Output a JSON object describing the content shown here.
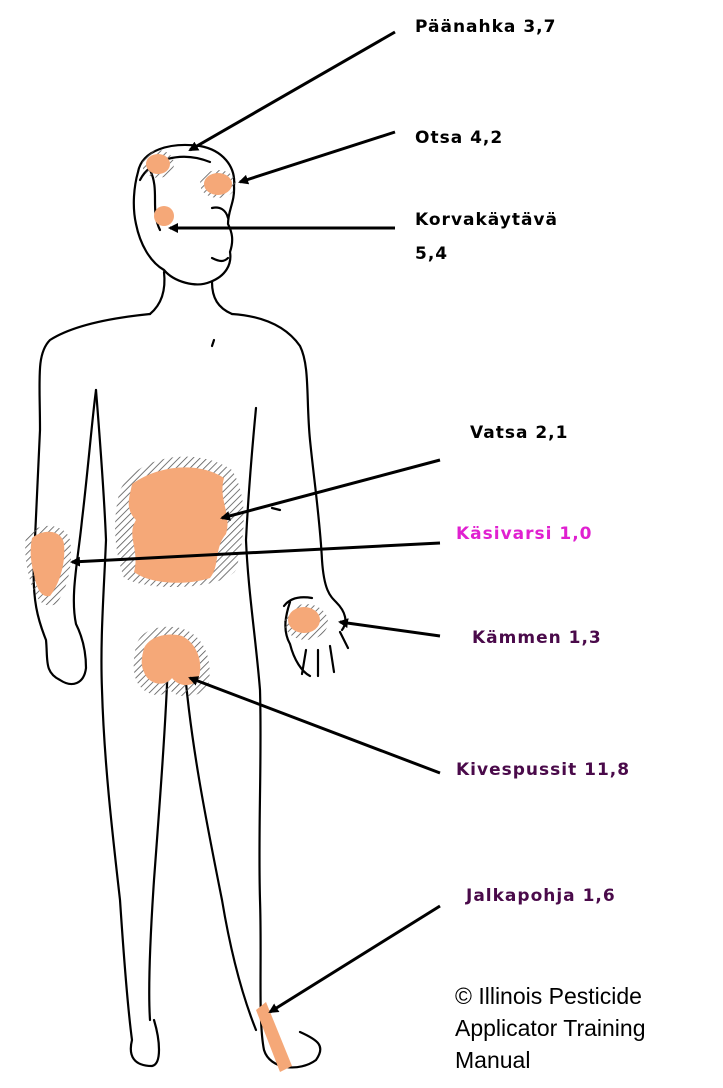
{
  "labels": {
    "scalp": "Päänahka 3,7",
    "forehead": "Otsa 4,2",
    "ear_canal_line1": "Korvakäytävä",
    "ear_canal_line2": "5,4",
    "abdomen": "Vatsa 2,1",
    "forearm": "Käsivarsi 1,0",
    "palm": "Kämmen 1,3",
    "scrotum": "Kivespussit 11,8",
    "sole": "Jalkapohja 1,6"
  },
  "credit": {
    "line1": "© Illinois Pesticide",
    "line2": "Applicator Training",
    "line3": "Manual"
  },
  "colors": {
    "absorption_area": "#f5a878",
    "hatching": "#555555",
    "outline": "#000000",
    "label_default": "#000000",
    "label_magenta": "#e020d0",
    "label_purple": "#4a0a4a"
  }
}
